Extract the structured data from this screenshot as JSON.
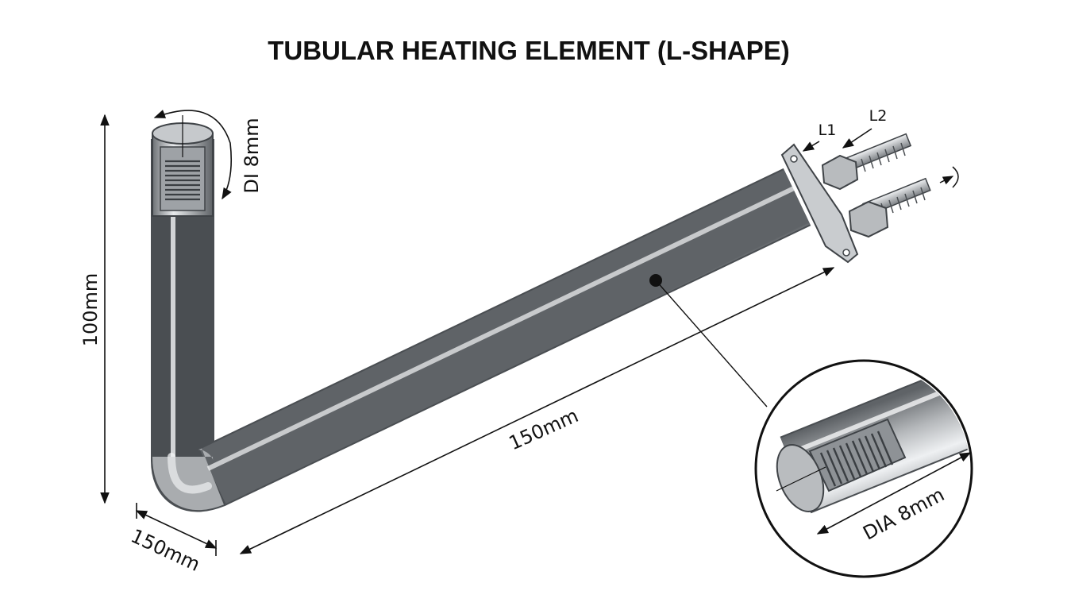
{
  "title": "TUBULAR HEATING ELEMENT (L-SHAPE)",
  "dimensions": {
    "vertical_length": "100mm",
    "horizontal_length": "150mm",
    "bend_width": "150mm",
    "end_diameter": "DI 8mm",
    "detail_diameter": "DIA 8mm"
  },
  "terminals": {
    "label_1": "L1",
    "label_2": "L2"
  },
  "colors": {
    "tube_mid": "#b4b7ba",
    "tube_dark": "#6d7175",
    "tube_light": "#eef0f2",
    "line": "#111111"
  }
}
